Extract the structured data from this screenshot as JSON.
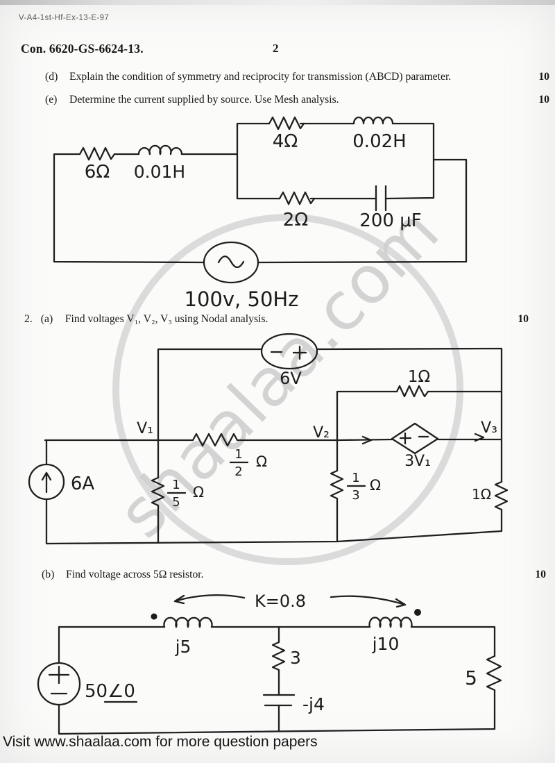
{
  "page": {
    "stamp": "V-A4-1st-Hf-Ex-13-E-97",
    "header": {
      "exam_code": "Con. 6620-GS-6624-13.",
      "page_number": "2"
    },
    "watermark": "shaalaa.com",
    "footer": "Visit www.shaalaa.com for more question papers"
  },
  "questions": [
    {
      "label": "(d)",
      "text": "Explain the condition of symmetry and reciprocity for transmission (ABCD) parameter.",
      "marks": "10"
    },
    {
      "label": "(e)",
      "text": "Determine the current supplied by source.  Use Mesh analysis.",
      "marks": "10"
    },
    {
      "number": "2.",
      "label": "(a)",
      "text": "Find voltages V₁, V₂, V₃ using Nodal analysis.",
      "marks": "10"
    },
    {
      "label": "(b)",
      "text": "Find voltage across 5Ω resistor.",
      "marks": "10"
    }
  ],
  "circuit1": {
    "series_resistor": "6Ω",
    "series_inductor": "0.01H",
    "top_resistor": "4Ω",
    "top_inductor": "0.02H",
    "bottom_resistor": "2Ω",
    "bottom_capacitor": "200 μF",
    "source": "100v, 50Hz"
  },
  "circuit2": {
    "voltage_source": "6V",
    "top_resistor": "1Ω",
    "node1": "V₁",
    "node2": "V₂",
    "node3": "V₃",
    "mid_resistor": {
      "num": "1",
      "den": "2",
      "unit": "Ω"
    },
    "shunt1": {
      "num": "1",
      "den": "5",
      "unit": "Ω"
    },
    "shunt2": {
      "num": "1",
      "den": "3",
      "unit": "Ω"
    },
    "dependent_source": "3V₁",
    "current_source": "6A",
    "load_resistor": "1Ω"
  },
  "circuit3": {
    "coupling": "K=0.8",
    "primary_inductor": "j5",
    "secondary_inductor": "j10",
    "shunt_resistor": "3",
    "shunt_capacitor": "-j4",
    "load_resistor": "5",
    "source": "50∠0"
  }
}
